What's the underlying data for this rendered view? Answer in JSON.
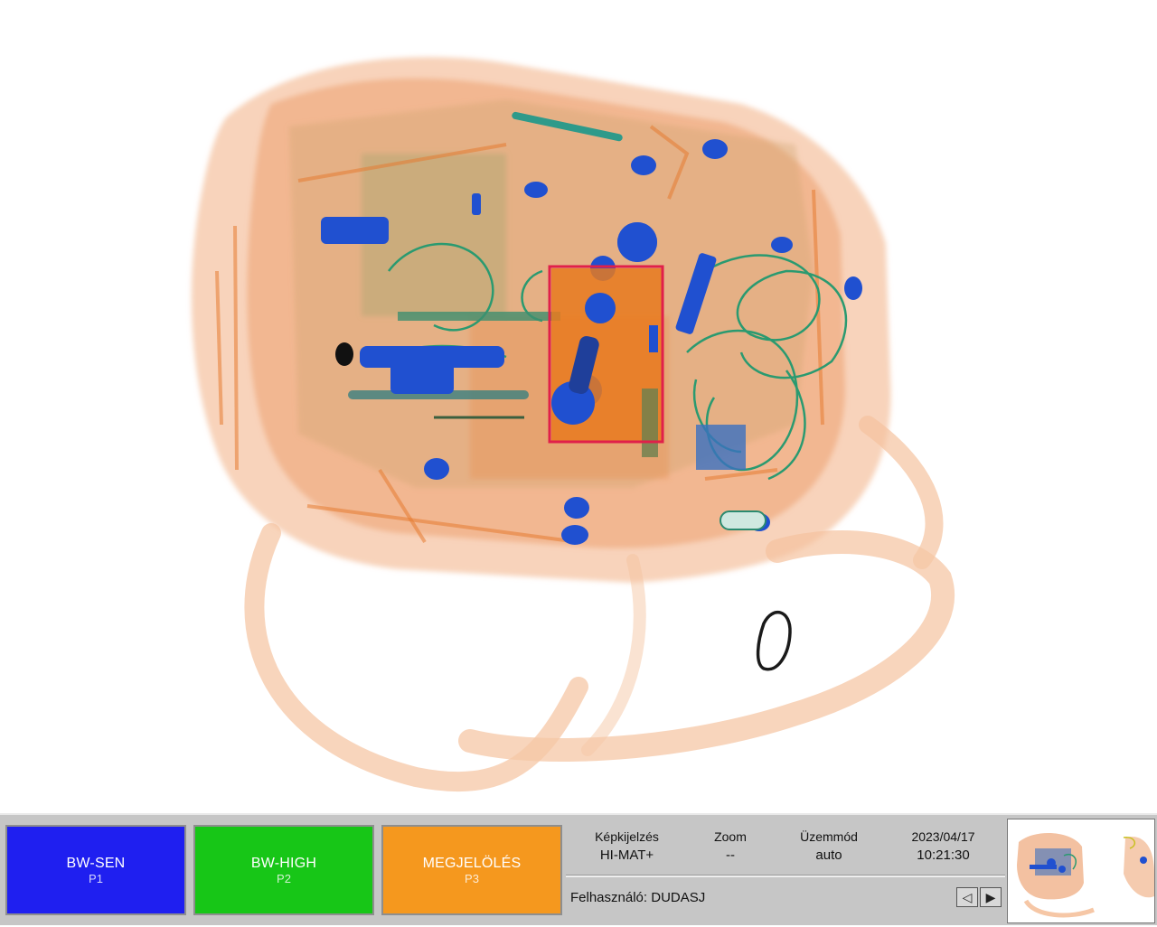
{
  "function_keys": [
    {
      "title": "BW-SEN",
      "sub": "P1",
      "color": "#1f1ff0"
    },
    {
      "title": "BW-HIGH",
      "sub": "P2",
      "color": "#17c617"
    },
    {
      "title": "MEGJELÖLÉS",
      "sub": "P3",
      "color": "#f5981e"
    }
  ],
  "status": {
    "display_mode_label": "Képkijelzés",
    "display_mode_value": "HI-MAT+",
    "zoom_label": "Zoom",
    "zoom_value": "--",
    "mode_label": "Üzemmód",
    "mode_value": "auto",
    "date": "2023/04/17",
    "time": "10:21:30"
  },
  "user": {
    "label": "Felhasználó:",
    "name": "DUDASJ"
  },
  "nav": {
    "prev_icon": "triangle-left-icon",
    "next_icon": "triangle-right-icon"
  },
  "colors": {
    "organic": "#f0a070",
    "metal": "#2050d0",
    "inorganic": "#2a9a70",
    "highlight": "#e0204a"
  }
}
